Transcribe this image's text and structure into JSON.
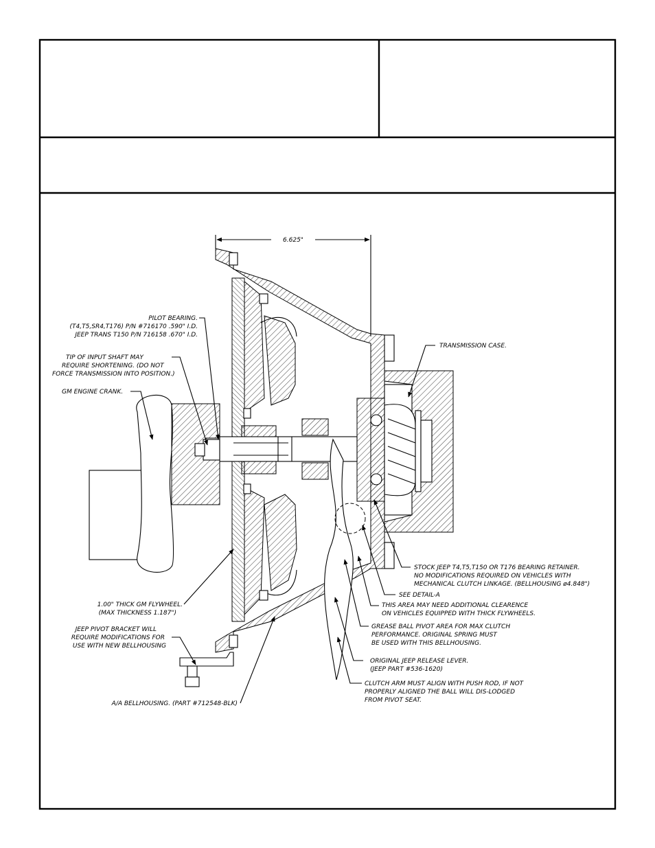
{
  "header": {
    "left_title": "",
    "right_title": "",
    "subtitle": ""
  },
  "diagram": {
    "dimension": "6.625\"",
    "callouts": {
      "pilot_bearing": [
        "PILOT BEARING.",
        "(T4,T5,SR4,T176) P/N #716170 .590\" I.D.",
        "JEEP TRANS T150 P/N 716158 .670\" I.D."
      ],
      "input_shaft": [
        "TIP OF INPUT SHAFT MAY",
        "REQUIRE SHORTENING. (DO NOT",
        "FORCE TRANSMISSION INTO POSITION.)"
      ],
      "engine_crank": [
        "GM ENGINE CRANK."
      ],
      "flywheel": [
        "1.00\" THICK GM FLYWHEEL.",
        "(MAX THICKNESS 1.187\")"
      ],
      "pivot_bracket": [
        "JEEP PIVOT BRACKET WILL",
        "REQUIRE MODIFICATIONS FOR",
        "USE WITH NEW BELLHOUSING"
      ],
      "bellhousing": [
        "A/A BELLHOUSING. (PART #712548-BLK)"
      ],
      "transmission_case": [
        "TRANSMISSION CASE."
      ],
      "bearing_retainer": [
        "STOCK JEEP T4,T5,T150 OR T176 BEARING RETAINER.",
        "NO MODIFICATIONS REQUIRED ON VEHICLES WITH",
        "MECHANICAL CLUTCH LINKAGE. (BELLHOUSING ø4.848\")"
      ],
      "detail": [
        "SEE DETAIL-A"
      ],
      "clearance": [
        "THIS AREA MAY NEED ADDITIONAL CLEARENCE",
        "ON VEHICLES EQUIPPED WITH THICK FLYWHEELS."
      ],
      "grease": [
        "GREASE BALL PIVOT AREA FOR MAX CLUTCH",
        "PERFORMANCE. ORIGINAL SPRING MUST",
        "BE USED WITH THIS BELLHOUSING."
      ],
      "release_lever": [
        "ORIGINAL JEEP RELEASE LEVER.",
        "(JEEP PART #536-1620)"
      ],
      "clutch_arm": [
        "CLUTCH ARM MUST ALIGN WITH PUSH ROD, IF NOT",
        "PROPERLY ALIGNED THE BALL WILL DIS-LODGED",
        "FROM PIVOT SEAT."
      ]
    }
  }
}
